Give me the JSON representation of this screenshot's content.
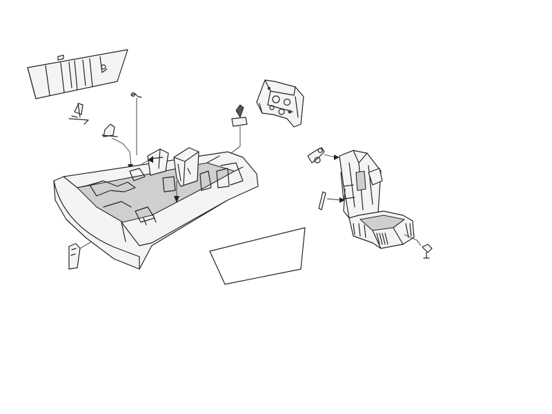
{
  "figure": {
    "background": "#ffffff",
    "line_color": "#222222",
    "parts": [
      "instrument-panel-shroud",
      "control-lever",
      "pin",
      "control-stick",
      "throttle-lever",
      "bracket",
      "cockpit-tub",
      "instrument-panel",
      "glare-panel",
      "ejection-seat",
      "seat-handle",
      "seat-rod",
      "seat-pin"
    ]
  }
}
